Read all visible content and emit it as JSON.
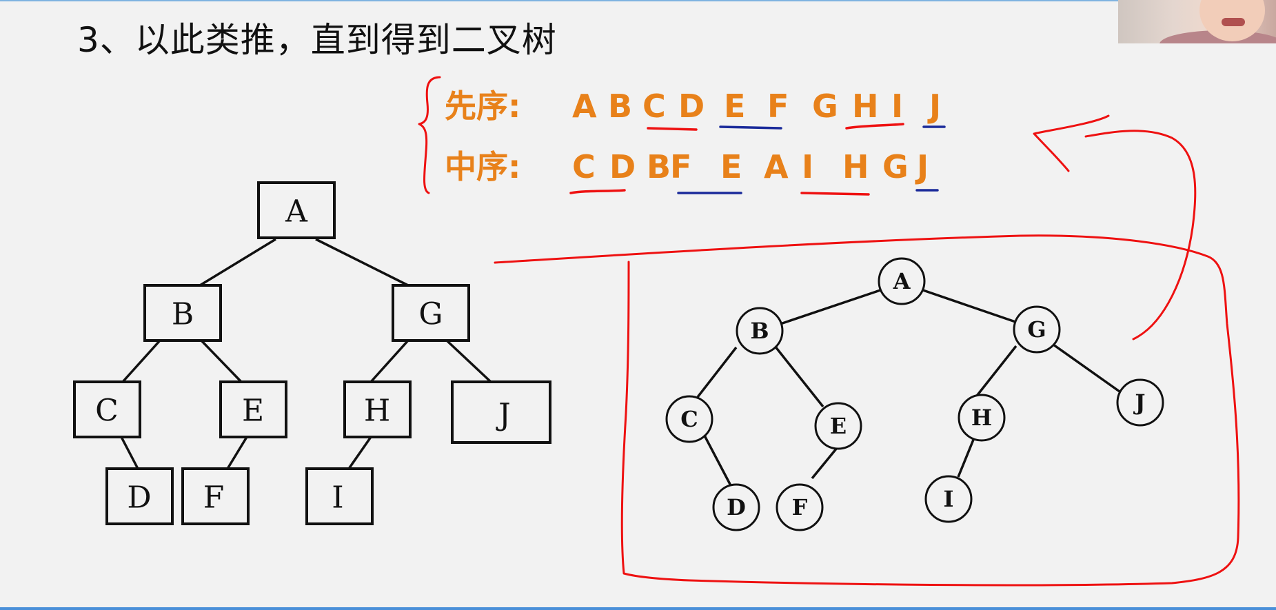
{
  "slide": {
    "title": "3、以此类推，直到得到二叉树"
  },
  "sequences": {
    "preorder": {
      "label": "先序:",
      "letters": [
        "A",
        "B",
        "C",
        "D",
        "E",
        "F",
        "G",
        "H",
        "I",
        "J"
      ]
    },
    "inorder": {
      "label": "中序:",
      "letters": [
        "C",
        "D",
        "B",
        "F",
        "E",
        "A",
        "I",
        "H",
        "G",
        "J"
      ]
    }
  },
  "box_tree": {
    "nodes": [
      "A",
      "B",
      "G",
      "C",
      "E",
      "H",
      "J",
      "D",
      "F",
      "I"
    ]
  },
  "circle_tree": {
    "nodes": [
      "A",
      "B",
      "G",
      "C",
      "E",
      "H",
      "J",
      "D",
      "F",
      "I"
    ]
  },
  "colors": {
    "sequence_text": "#e8811a",
    "annotation_red": "#e11111",
    "annotation_blue": "#1a2a9a",
    "background": "#f2f2f2"
  }
}
